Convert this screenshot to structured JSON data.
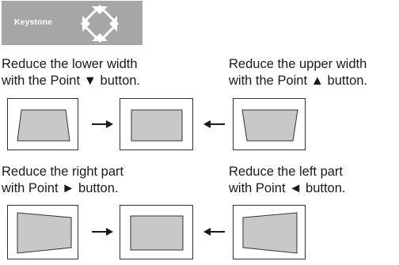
{
  "header": {
    "title": "Keystone",
    "icon": "four-way-direction-pad-icon",
    "background_color": "#a6a6a6",
    "icon_color": "#ffffff"
  },
  "sections": [
    {
      "left_caption": [
        "Reduce the lower width",
        "with the Point ▼ button."
      ],
      "right_caption": [
        "Reduce the upper width",
        "with the Point ▲ button."
      ]
    },
    {
      "left_caption": [
        "Reduce the right part",
        "with Point ► button."
      ],
      "right_caption": [
        "Reduce the left part",
        "with Point ◄ button."
      ]
    }
  ],
  "colors": {
    "screen_fill": "#c8c8c8",
    "outline": "#333333"
  }
}
